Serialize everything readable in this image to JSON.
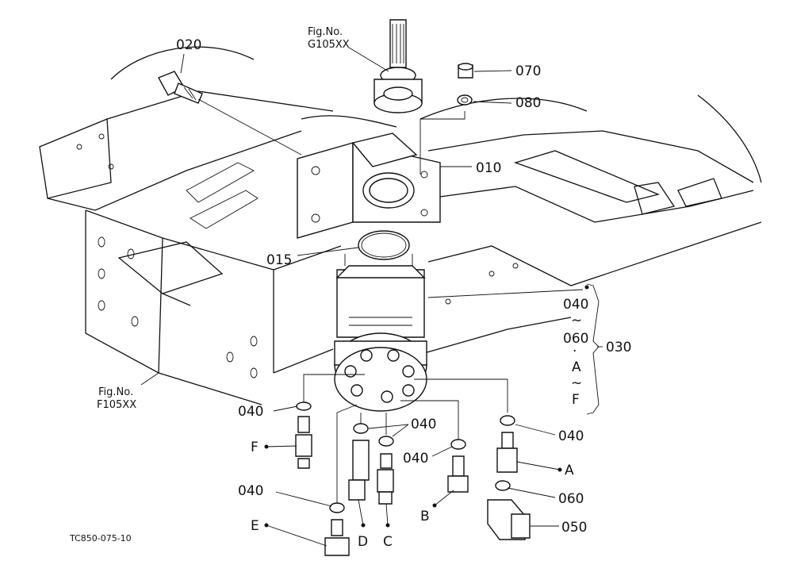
{
  "diagram": {
    "refs": {
      "g105": {
        "line1": "Fig.No.",
        "line2": "G105XX"
      },
      "f105": {
        "line1": "Fig.No.",
        "line2": "F105XX"
      }
    },
    "parts": {
      "p020": "020",
      "p070": "070",
      "p080": "080",
      "p010": "010",
      "p015": "015",
      "p030": "030",
      "p040_tr": "040",
      "p040_left": "040",
      "p040_mid": "040",
      "p040_midb": "040",
      "p040_right": "040",
      "p040_bottom": "040",
      "p060": "060",
      "p050": "050"
    },
    "range": {
      "from": "040",
      "tilde1": "~",
      "to": "060",
      "sep": "·",
      "port_from": "A",
      "tilde2": "~",
      "port_to": "F"
    },
    "ports": {
      "F": "F",
      "E": "E",
      "D": "D",
      "C": "C",
      "B": "B",
      "A": "A"
    },
    "drawing_code": "TC850-075-10"
  }
}
